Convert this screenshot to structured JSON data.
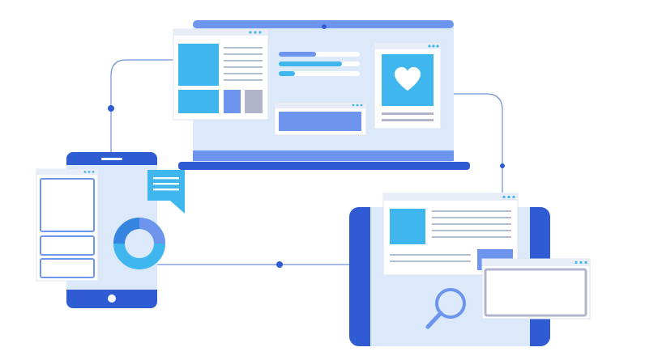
{
  "illustration": {
    "kind": "multi-device responsive web design illustration",
    "devices": [
      "laptop",
      "smartphone",
      "tablet"
    ],
    "icons": {
      "heart": "heart-icon",
      "search": "magnifier-icon",
      "chat": "chat-bubble-icon",
      "chart": "donut-chart-icon"
    },
    "colors": {
      "background": "#ffffff",
      "device_light": "#dbe9fb",
      "device_dark": "#2f5bd3",
      "device_mid": "#6d95ee",
      "accent_cyan": "#3fb6ee",
      "window_white": "#ffffff",
      "window_border": "#c9d2e6",
      "text_line": "#b3bdd0",
      "muted_violet": "#b2b4cc",
      "connector_line": "#6f8fd6"
    }
  }
}
